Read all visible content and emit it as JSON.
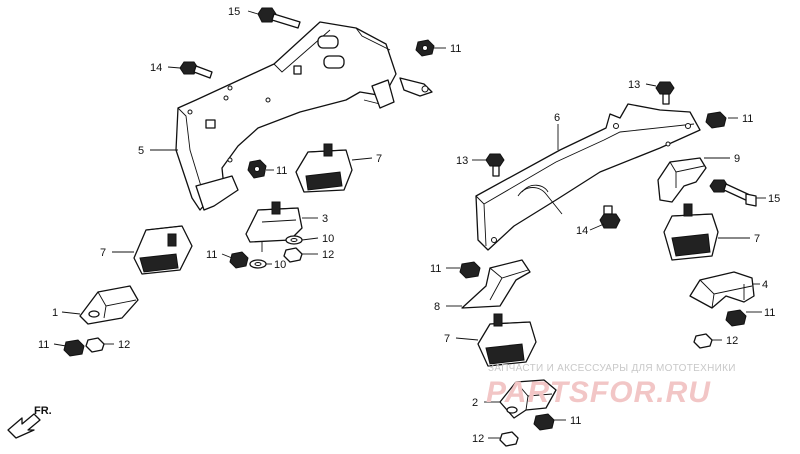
{
  "watermark": {
    "tagline": "ЗАПЧАСТИ И АКСЕССУАРЫ ДЛЯ МОТОТЕХНИКИ",
    "brand": "PARTSFOR.RU"
  },
  "direction_label": "FR.",
  "callouts": [
    {
      "id": "c15a",
      "text": "15"
    },
    {
      "id": "c14a",
      "text": "14"
    },
    {
      "id": "c11a",
      "text": "11"
    },
    {
      "id": "c5",
      "text": "5"
    },
    {
      "id": "c11b",
      "text": "11"
    },
    {
      "id": "c7a",
      "text": "7"
    },
    {
      "id": "c3",
      "text": "3"
    },
    {
      "id": "c7b",
      "text": "7"
    },
    {
      "id": "c10a",
      "text": "10"
    },
    {
      "id": "c11c",
      "text": "11"
    },
    {
      "id": "c12a",
      "text": "12"
    },
    {
      "id": "c10b",
      "text": "10"
    },
    {
      "id": "c1",
      "text": "1"
    },
    {
      "id": "c11d",
      "text": "11"
    },
    {
      "id": "c12b",
      "text": "12"
    },
    {
      "id": "c13a",
      "text": "13"
    },
    {
      "id": "c6",
      "text": "6"
    },
    {
      "id": "c11e",
      "text": "11"
    },
    {
      "id": "c13b",
      "text": "13"
    },
    {
      "id": "c9",
      "text": "9"
    },
    {
      "id": "c15b",
      "text": "15"
    },
    {
      "id": "c14b",
      "text": "14"
    },
    {
      "id": "c7c",
      "text": "7"
    },
    {
      "id": "c11f",
      "text": "11"
    },
    {
      "id": "c4",
      "text": "4"
    },
    {
      "id": "c8",
      "text": "8"
    },
    {
      "id": "c11g",
      "text": "11"
    },
    {
      "id": "c7d",
      "text": "7"
    },
    {
      "id": "c12c",
      "text": "12"
    },
    {
      "id": "c2",
      "text": "2"
    },
    {
      "id": "c11h",
      "text": "11"
    },
    {
      "id": "c12d",
      "text": "12"
    }
  ]
}
